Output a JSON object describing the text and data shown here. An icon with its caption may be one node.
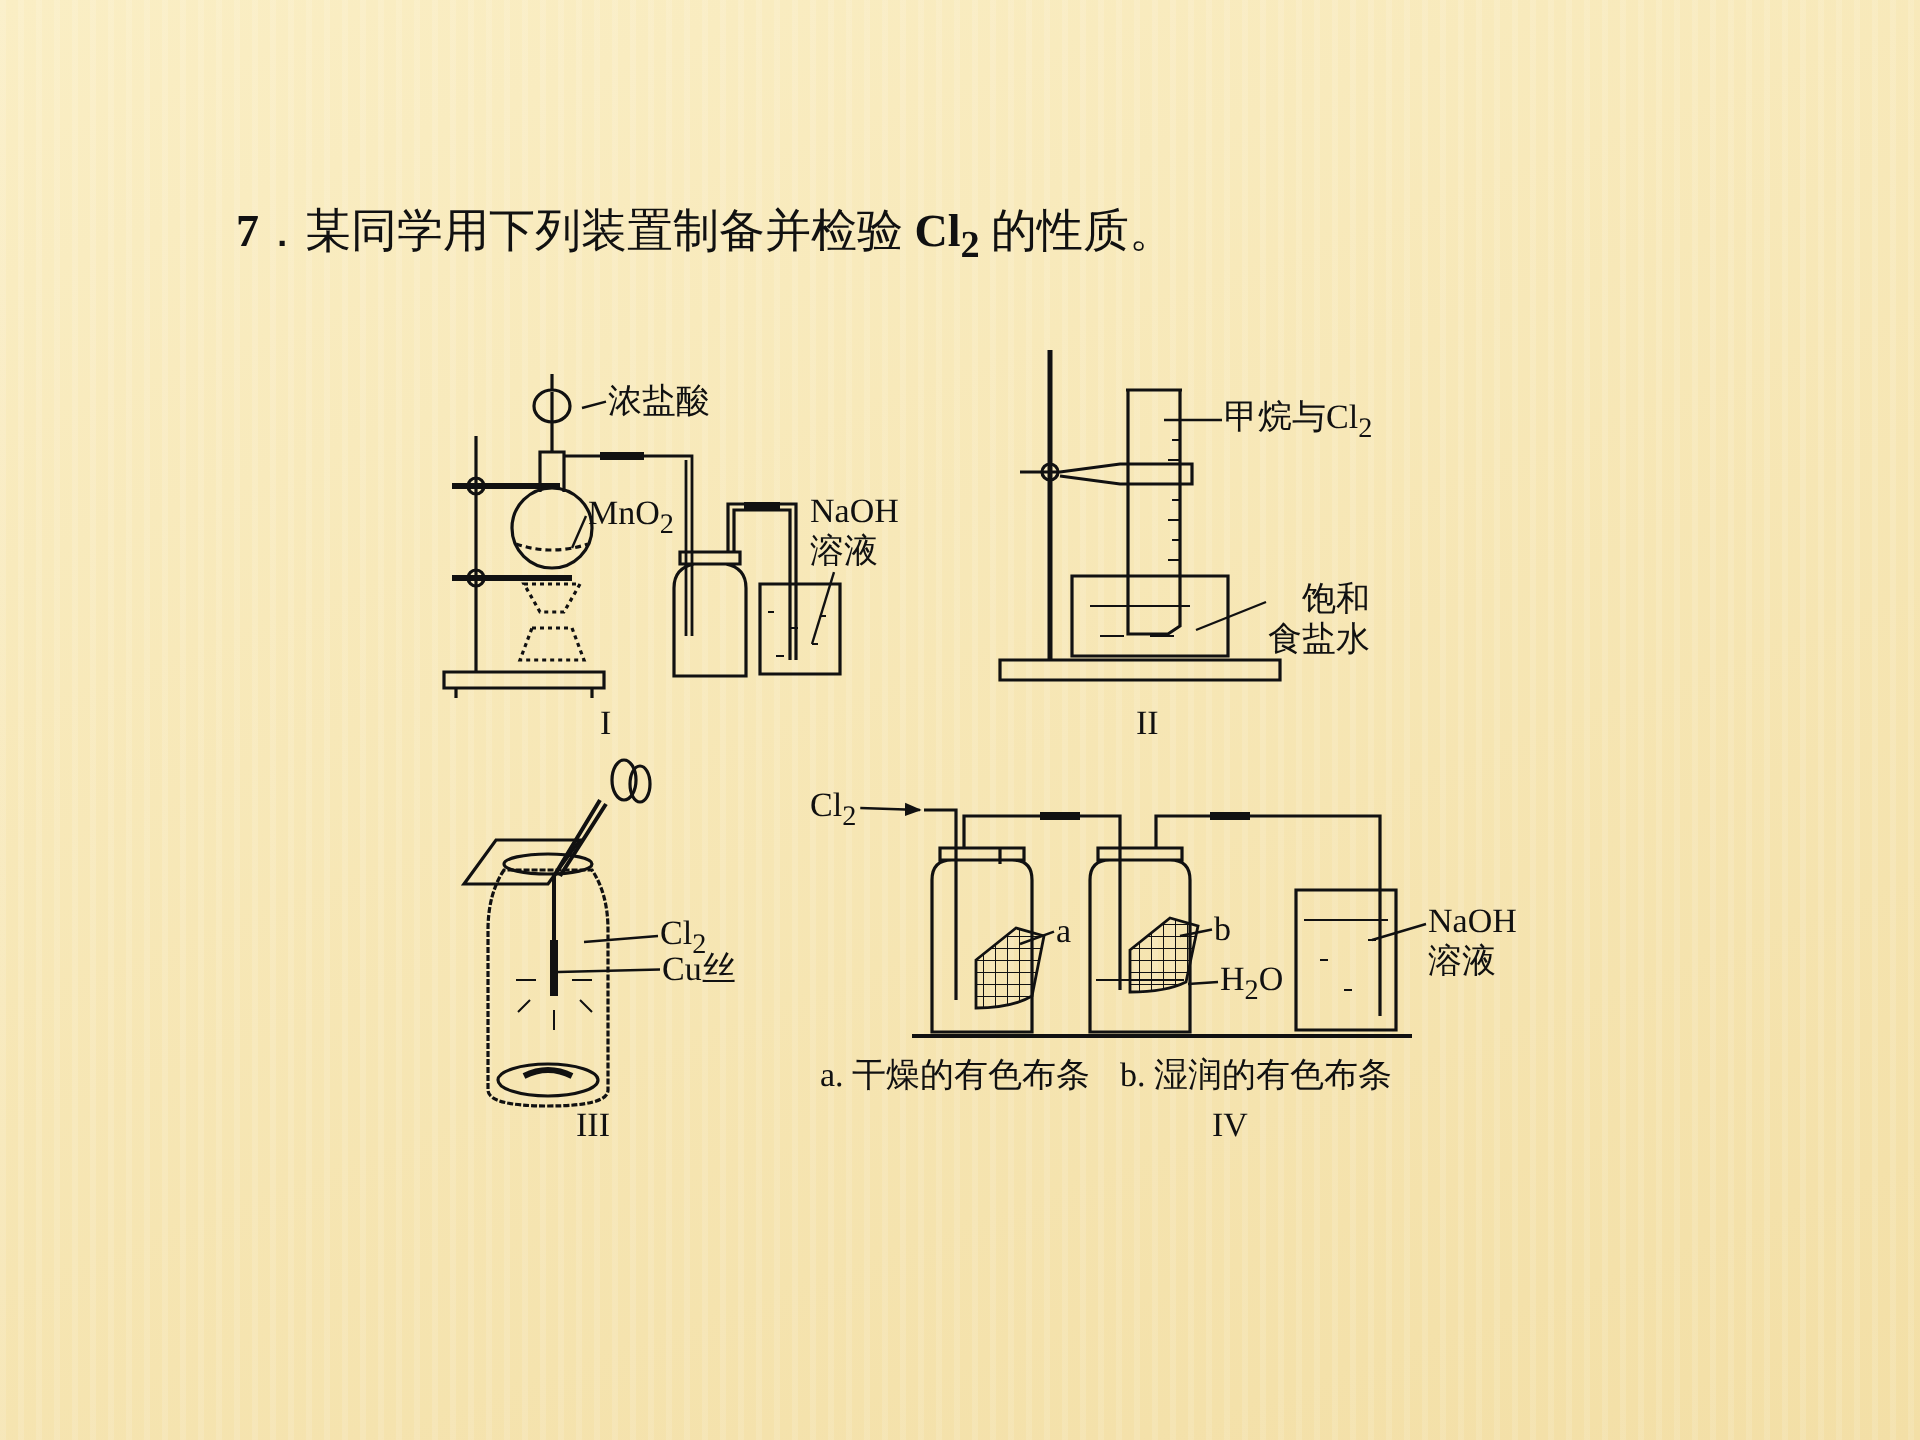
{
  "diagram": {
    "title": "**7**．某同学用下列装置制备并检验 **Cl$_{2}$** 的性质。",
    "nodes": [
      {
        "text": [
          "浓盐酸"
        ]
      },
      {
        "text": [
          "MnO$_{2}$"
        ]
      },
      {
        "text": [
          "NaOH溶液"
        ]
      },
      {
        "text": [
          "甲烷与Cl$_{2}$"
        ]
      },
      {
        "text": [
          "饱和食盐水"
        ]
      },
      {
        "text": [
          "Cl$_{2}$"
        ]
      },
      {
        "text": [
          "Cu丝"
        ]
      },
      {
        "text": [
          "Cl$_{2}$"
        ]
      },
      {
        "text": [
          "a"
        ]
      },
      {
        "text": [
          "b"
        ]
      },
      {
        "text": [
          "H$_{2}$O"
        ]
      },
      {
        "text": [
          "NaOH溶液"
        ]
      },
      {
        "text": [],
        "shape": "picture"
      }
    ],
    "edges": [
      {
        "from": 0,
        "to": null,
        "arrow": "none"
      },
      {
        "from": 1,
        "to": null,
        "arrow": "none"
      },
      {
        "from": 2,
        "to": null,
        "arrow": "none"
      },
      {
        "from": 3,
        "to": null,
        "arrow": "none"
      },
      {
        "from": 4,
        "to": null,
        "arrow": "none"
      },
      {
        "from": 5,
        "to": null,
        "arrow": "none"
      },
      {
        "from": 6,
        "to": null,
        "arrow": "none"
      },
      {
        "from": 7,
        "to": 12,
        "arrow": "to"
      },
      {
        "from": 8,
        "to": null,
        "arrow": "none"
      },
      {
        "from": 9,
        "to": null,
        "arrow": "none"
      },
      {
        "from": 10,
        "to": null,
        "arrow": "none"
      },
      {
        "from": 11,
        "to": null,
        "arrow": "none"
      }
    ],
    "labels": [
      "I",
      "II",
      "III",
      "a. 干燥的有色布条",
      "b. 湿润的有色布条",
      "IV"
    ]
  }
}
